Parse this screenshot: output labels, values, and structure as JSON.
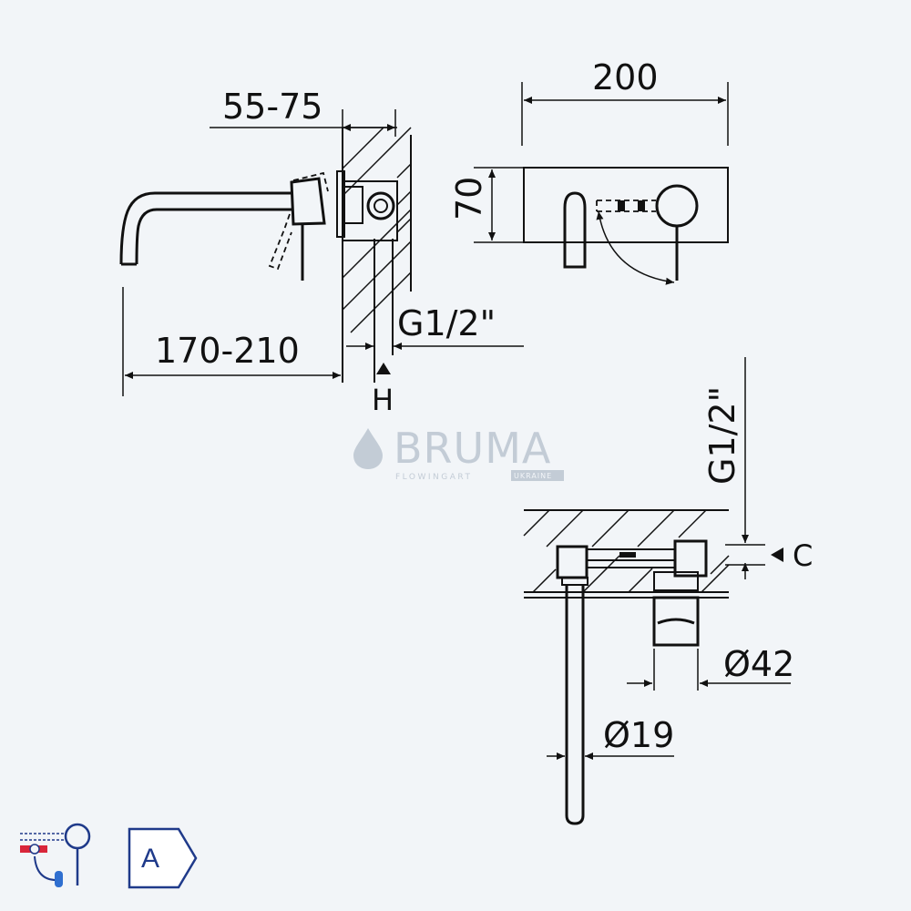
{
  "dimensions": {
    "wall_depth": "55-75",
    "spout_length": "170-210",
    "plate_width": "200",
    "plate_height": "70",
    "thread_side": "G1/2\"",
    "thread_vertical": "G1/2\"",
    "height_marker": "H",
    "clearance_marker": "C",
    "body_diameter": "Ø42",
    "spout_diameter": "Ø19"
  },
  "watermark": {
    "brand": "BRUMA",
    "tagline": "FLOWINGART",
    "badge": "UKRAINE"
  },
  "energy_class": {
    "label": "A",
    "color": "#1f3a8a"
  },
  "colors": {
    "background": "#f2f5f8",
    "line": "#111111",
    "watermark": "#c3ccd6",
    "hot_indicator": "#d9263a",
    "cold_indicator": "#2f6fd0"
  },
  "icons": {
    "mixer_icon": "lever-mixer-hot-cold-icon",
    "energy_icon": "energy-class-tag-icon",
    "watermark_logo": "water-drop-icon"
  }
}
